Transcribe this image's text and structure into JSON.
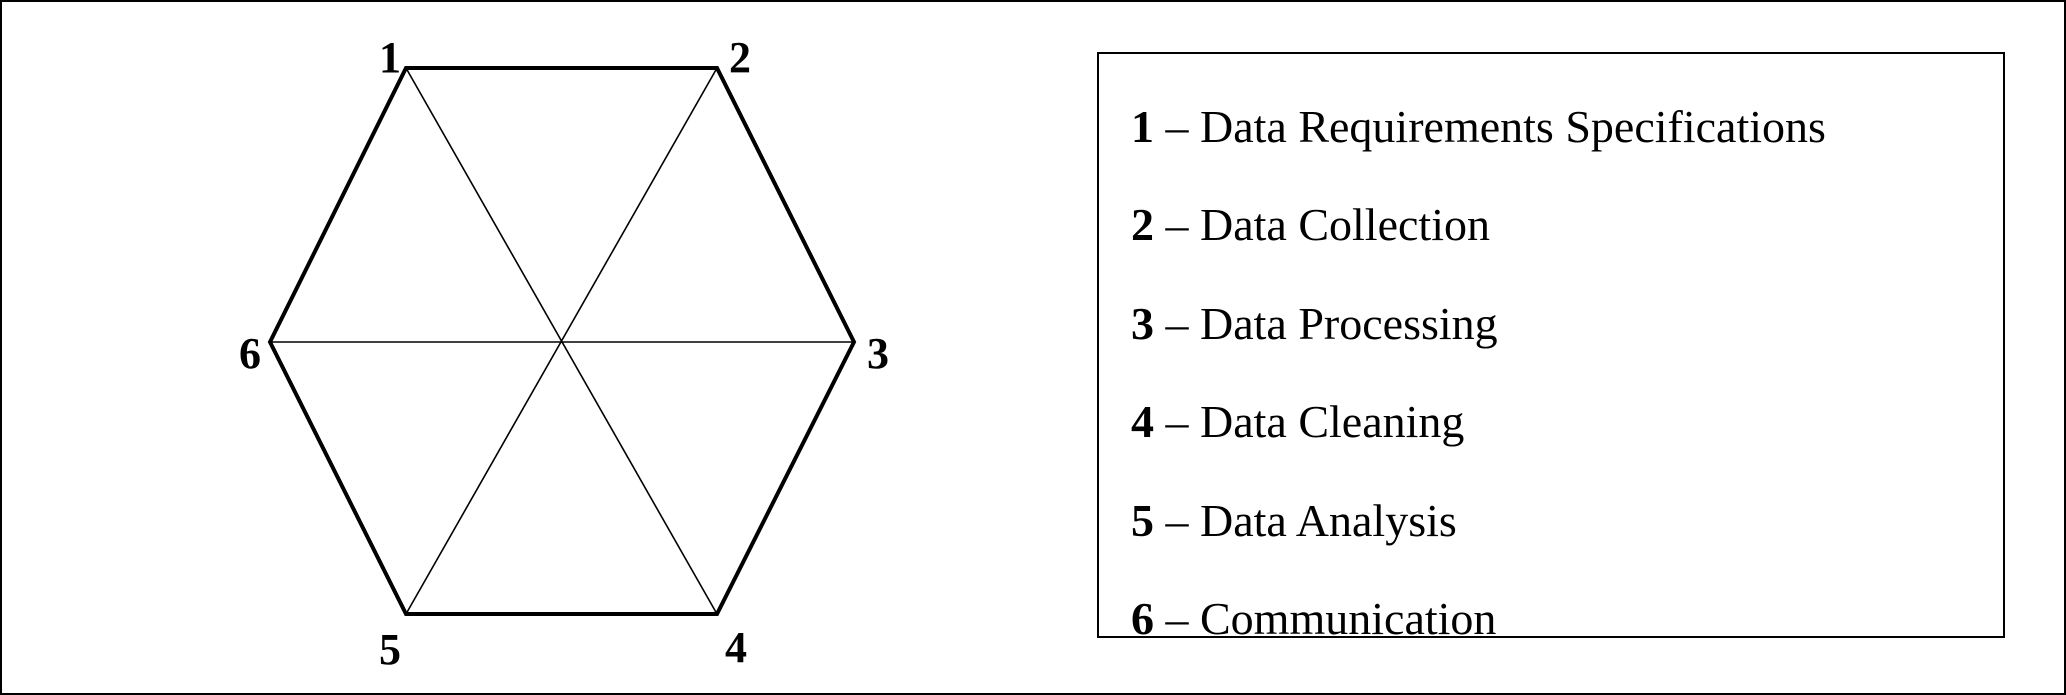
{
  "vertices": [
    {
      "label": "1",
      "text": "Data Requirements Specifications"
    },
    {
      "label": "2",
      "text": "Data Collection"
    },
    {
      "label": "3",
      "text": "Data Processing"
    },
    {
      "label": "4",
      "text": "Data Cleaning"
    },
    {
      "label": "5",
      "text": "Data Analysis"
    },
    {
      "label": "6",
      "text": "Communication"
    }
  ],
  "separator": "–"
}
